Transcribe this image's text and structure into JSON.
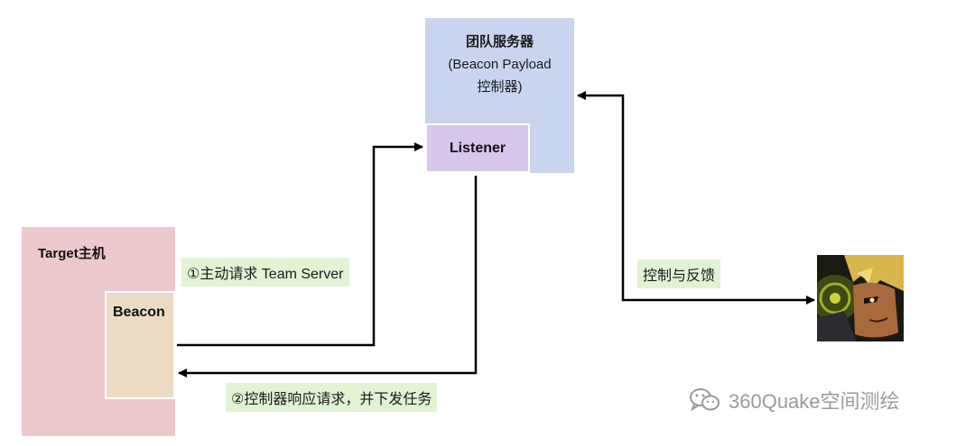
{
  "server": {
    "title": "团队服务器",
    "subtitle_line1": "(Beacon Payload",
    "subtitle_line2": "控制器)",
    "listener_label": "Listener"
  },
  "target": {
    "title": "Target主机",
    "beacon_label": "Beacon"
  },
  "arrows": {
    "request_label": "①主动请求 Team Server",
    "response_label": "②控制器响应请求，并下发任务",
    "control_label": "控制与反馈"
  },
  "watermark": {
    "text": "360Quake空间测绘",
    "icon": "wechat-icon"
  },
  "colors": {
    "server": "#c9d5ee",
    "listener": "#d7c6ec",
    "target": "#ecc8cd",
    "beacon": "#eddcc5",
    "label_bg": "#e2f3d4"
  }
}
